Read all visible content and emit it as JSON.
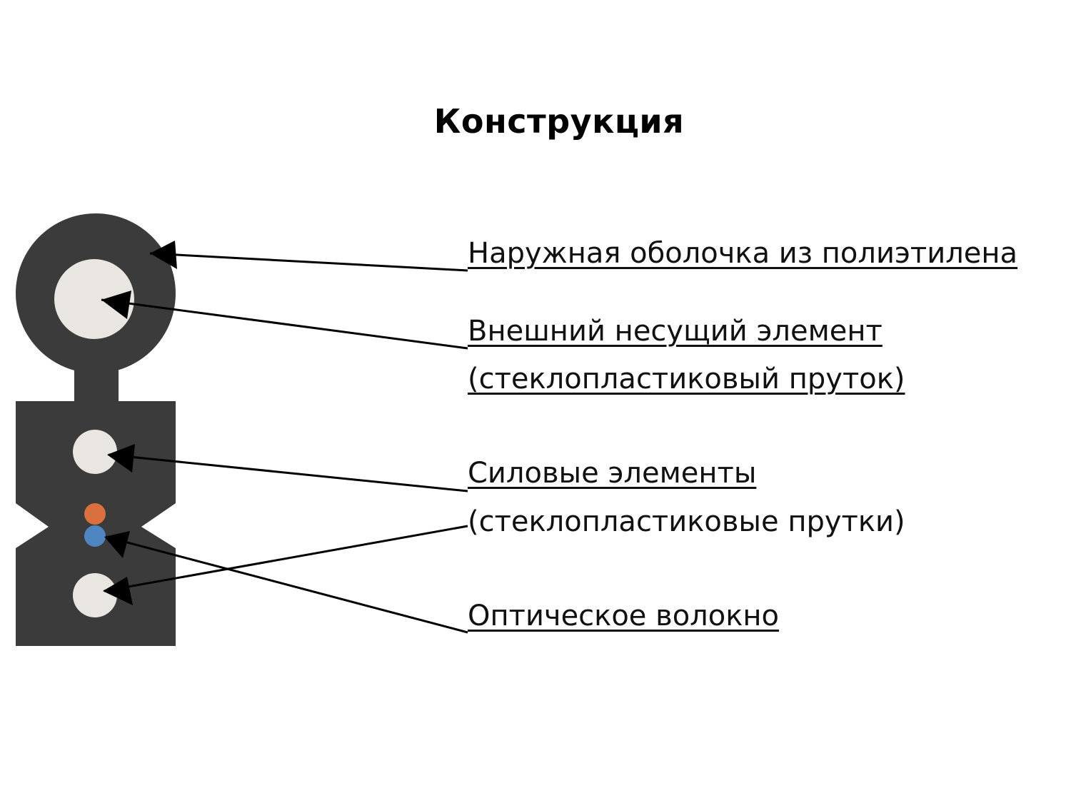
{
  "title": "Конструкция",
  "labels": {
    "outer_sheath": "Наружная оболочка из полиэтилена",
    "support_line1": "Внешний несущий элемент ",
    "support_line2": "(стеклопластиковый пруток)",
    "strength_line1": "Силовые элементы",
    "strength_line2": "(стеклопластиковые прутки)",
    "optical_fiber": "Оптическое волокно"
  },
  "colors": {
    "sheath": "#3b3b3b",
    "rod": "#e9e6e1",
    "fiber_orange": "#d9703e",
    "fiber_blue": "#4f86c2",
    "leader": "#000000"
  }
}
